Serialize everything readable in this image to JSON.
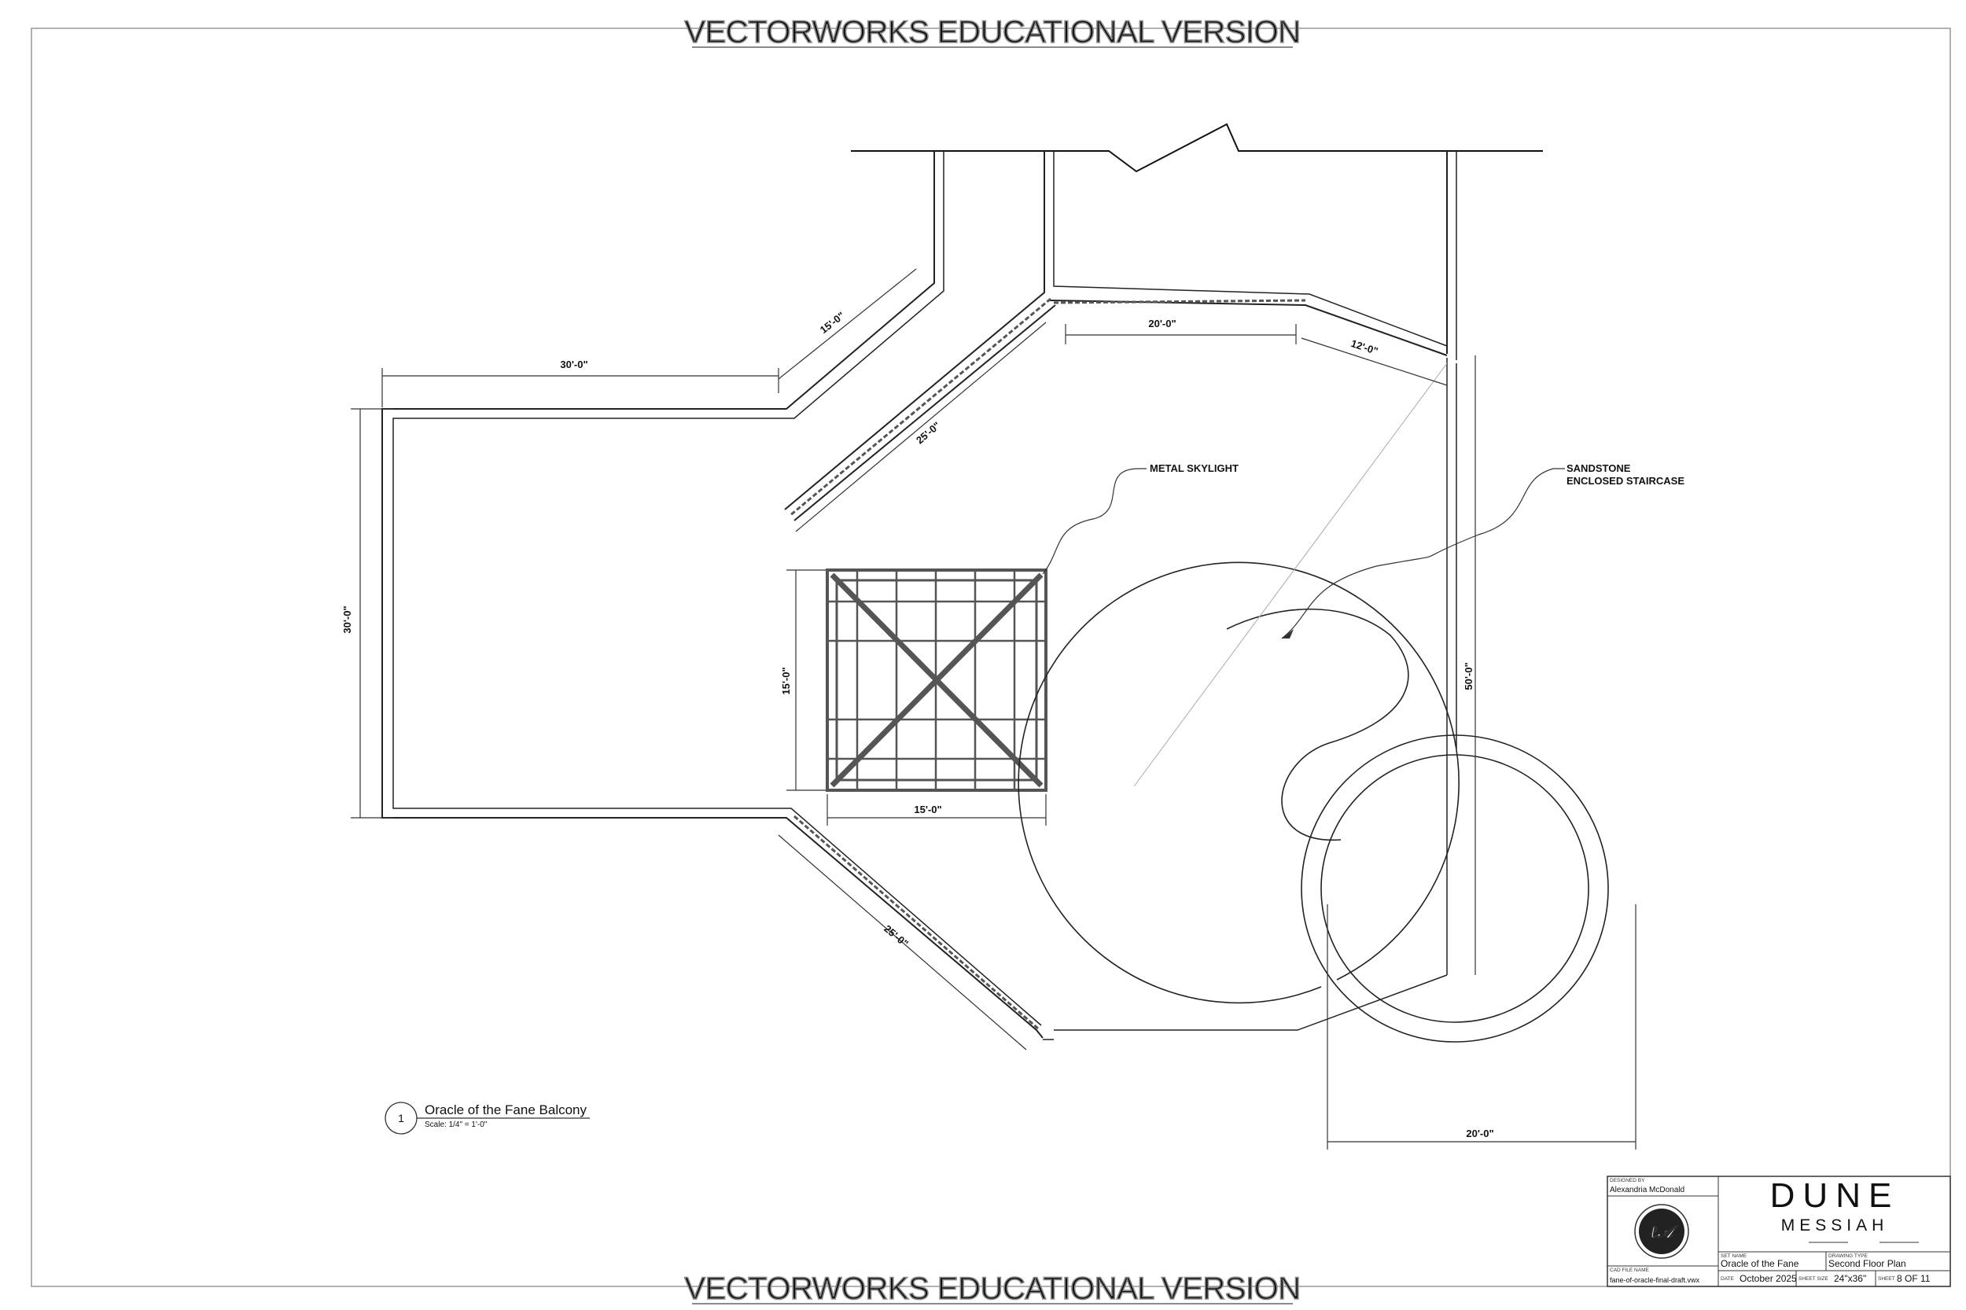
{
  "watermark": "VECTORWORKS EDUCATIONAL VERSION",
  "dimensions": {
    "d_15_diag": "15'-0\"",
    "d_30_top": "30'-0\"",
    "d_25_upper": "25'-0\"",
    "d_20_top": "20'-0\"",
    "d_12_top": "12'-0\"",
    "d_30_left": "30'-0\"",
    "d_15_sky_v": "15'-0\"",
    "d_15_sky_h": "15'-0\"",
    "d_50_right": "50'-0\"",
    "d_25_lower": "25'-0\"",
    "d_20_bottom": "20'-0\""
  },
  "callouts": {
    "skylight": "METAL SKYLIGHT",
    "staircase_line1": "SANDSTONE",
    "staircase_line2": "ENCLOSED STAIRCASE"
  },
  "view_label": {
    "number": "1",
    "title": "Oracle of the Fane Balcony",
    "scale": "Scale: 1/4\" = 1'-0\""
  },
  "title_block": {
    "designed_by_label": "DESIGNED BY",
    "designer": "Alexandria McDonald",
    "cad_file_label": "CAD FILE NAME",
    "cad_file": "fane-of-oracle-final-draft.vwx",
    "brand_title": "DUNE",
    "brand_subtitle": "MESSIAH",
    "set_name_label": "SET NAME",
    "set_name": "Oracle of the Fane",
    "drawing_type_label": "DRAWING TYPE",
    "drawing_type": "Second Floor Plan",
    "date_label": "DATE",
    "date": "October 2025",
    "sheet_size_label": "SHEET SIZE",
    "sheet_size": "24\"x36\"",
    "sheet_label": "SHEET",
    "sheet_number": "8 OF 11"
  }
}
